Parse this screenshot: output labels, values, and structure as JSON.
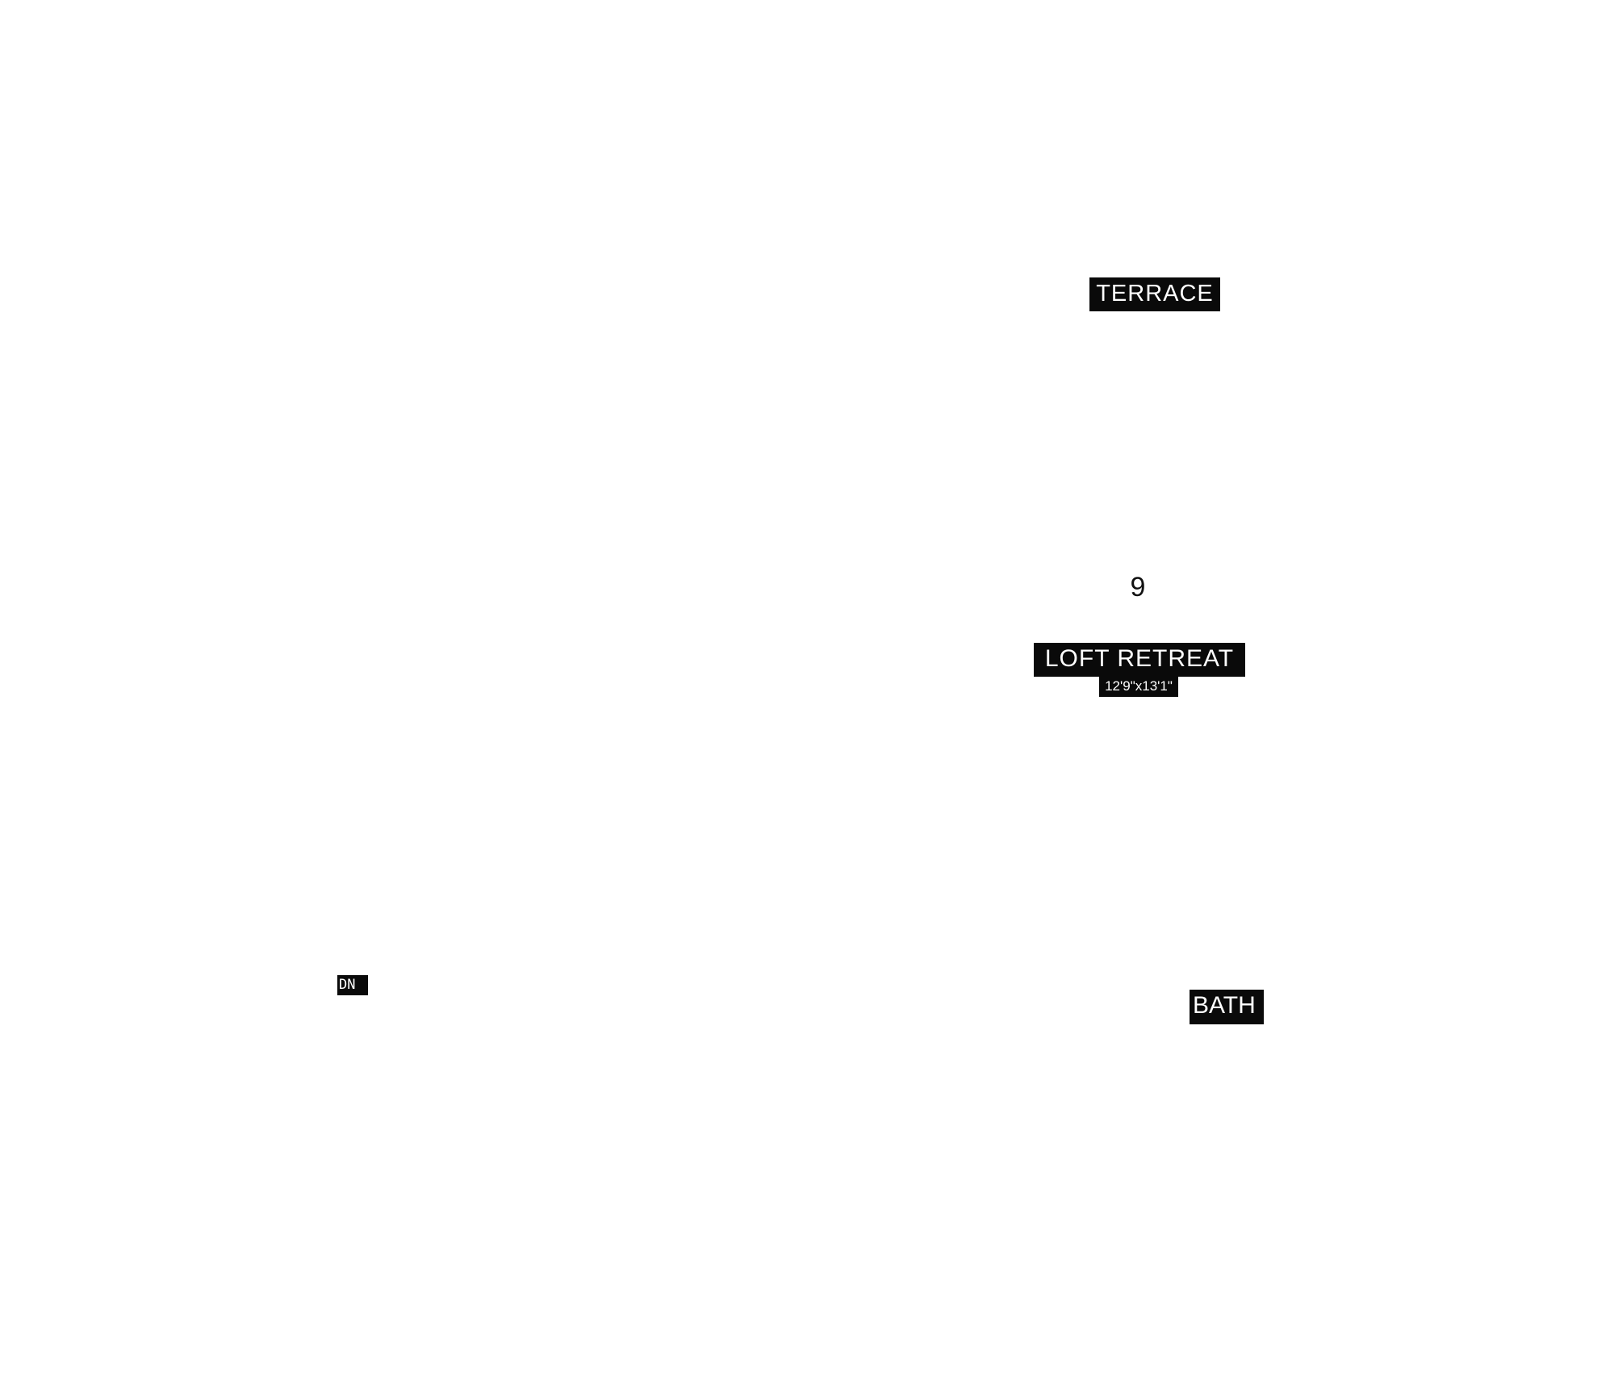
{
  "rooms": {
    "terrace": {
      "name": "TERRACE"
    },
    "loft_retreat": {
      "number": "9",
      "name": "LOFT RETREAT",
      "dimensions": "12'9\"x13'1\""
    },
    "stairs": {
      "label": "DN"
    },
    "bath": {
      "name": "BATH"
    }
  },
  "colors": {
    "background": "#ffffff",
    "label_fill": "#0a0a0a",
    "label_text": "#ffffff",
    "number_text": "#111111"
  }
}
